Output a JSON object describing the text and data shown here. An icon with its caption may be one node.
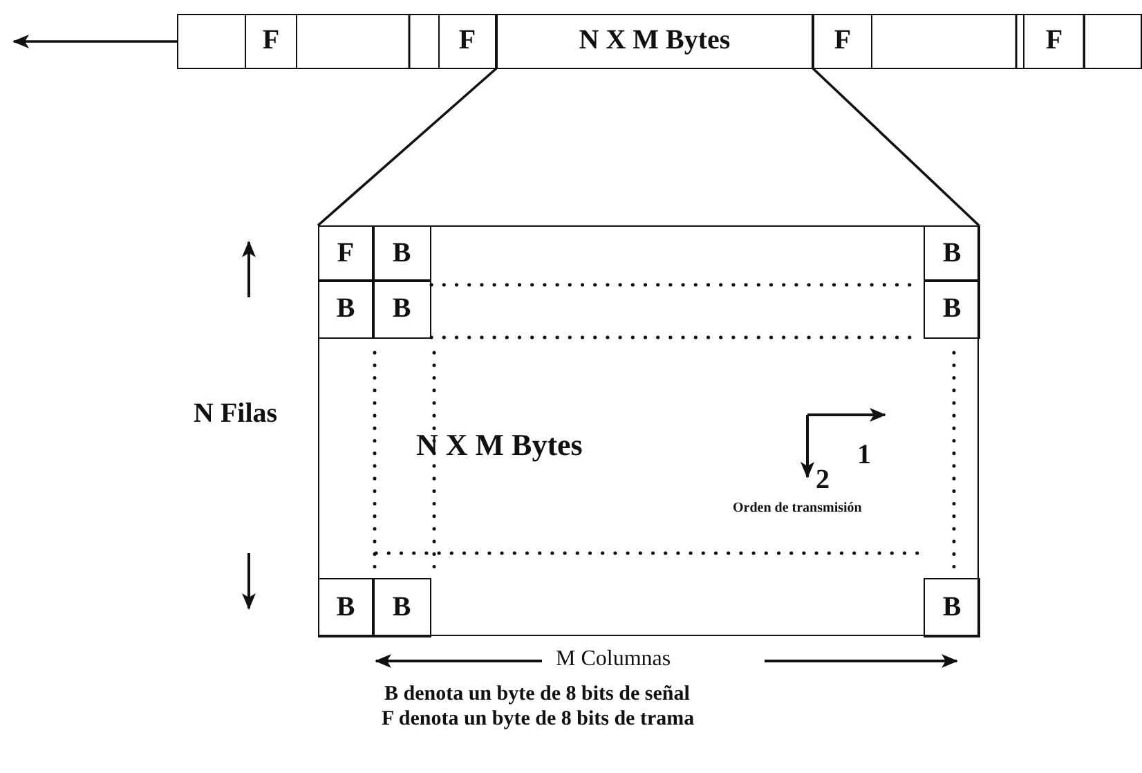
{
  "diagram": {
    "nodes": [
      {
        "text": [],
        "shape": "bar"
      },
      {
        "text": [
          "F"
        ],
        "in": 0
      },
      {
        "text": [
          "F"
        ],
        "in": 0
      },
      {
        "text": [
          "N X M Bytes"
        ],
        "in": 0
      },
      {
        "text": [
          "F"
        ],
        "in": 0
      },
      {
        "text": [
          "F"
        ],
        "in": 0
      },
      {
        "text": [
          "N X M Bytes"
        ]
      },
      {
        "text": [
          "F"
        ],
        "in": 6
      },
      {
        "text": [
          "B"
        ],
        "in": 6
      },
      {
        "text": [
          "B"
        ],
        "in": 6
      },
      {
        "text": [
          "B"
        ],
        "in": 6
      },
      {
        "text": [
          "B"
        ],
        "in": 6
      },
      {
        "text": [
          "B"
        ],
        "in": 6
      },
      {
        "text": [
          "B"
        ],
        "in": 6
      },
      {
        "text": [
          "B"
        ],
        "in": 6
      },
      {
        "text": [
          "B"
        ],
        "in": 6
      }
    ],
    "edges": [
      {
        "from": 0,
        "to": null,
        "arrow": "to"
      },
      {
        "from": 3,
        "to": 6,
        "arrow": "none"
      },
      {
        "from": 3,
        "to": 6,
        "arrow": "none"
      }
    ],
    "labels": [
      "N Filas",
      "1",
      "2",
      "Orden de transmisión",
      "M Columnas",
      "B denota un byte de 8 bits de señal",
      "F denota un byte de 8 bits de trama"
    ]
  }
}
